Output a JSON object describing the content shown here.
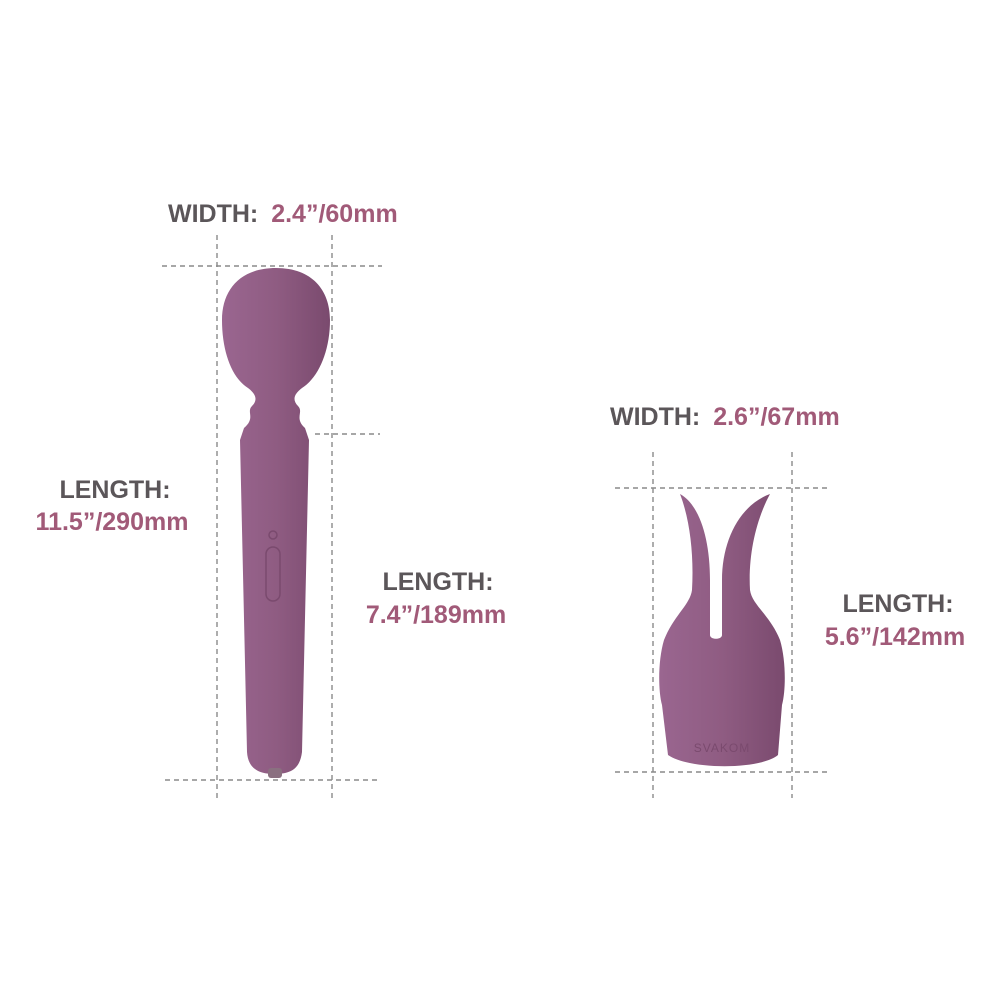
{
  "wand": {
    "width_label": "WIDTH:",
    "width_value": "2.4”/60mm",
    "total_length_label": "LENGTH:",
    "total_length_value": "11.5”/290mm",
    "handle_length_label": "LENGTH:",
    "handle_length_value": "7.4”/189mm"
  },
  "attachment": {
    "width_label": "WIDTH:",
    "width_value": "2.6”/67mm",
    "length_label": "LENGTH:",
    "length_value": "5.6”/142mm",
    "logo": "SVAKOM"
  },
  "colors": {
    "label_gray": "#5b5659",
    "value_pink": "#a15a78",
    "product_purple": "#8f5c82"
  }
}
